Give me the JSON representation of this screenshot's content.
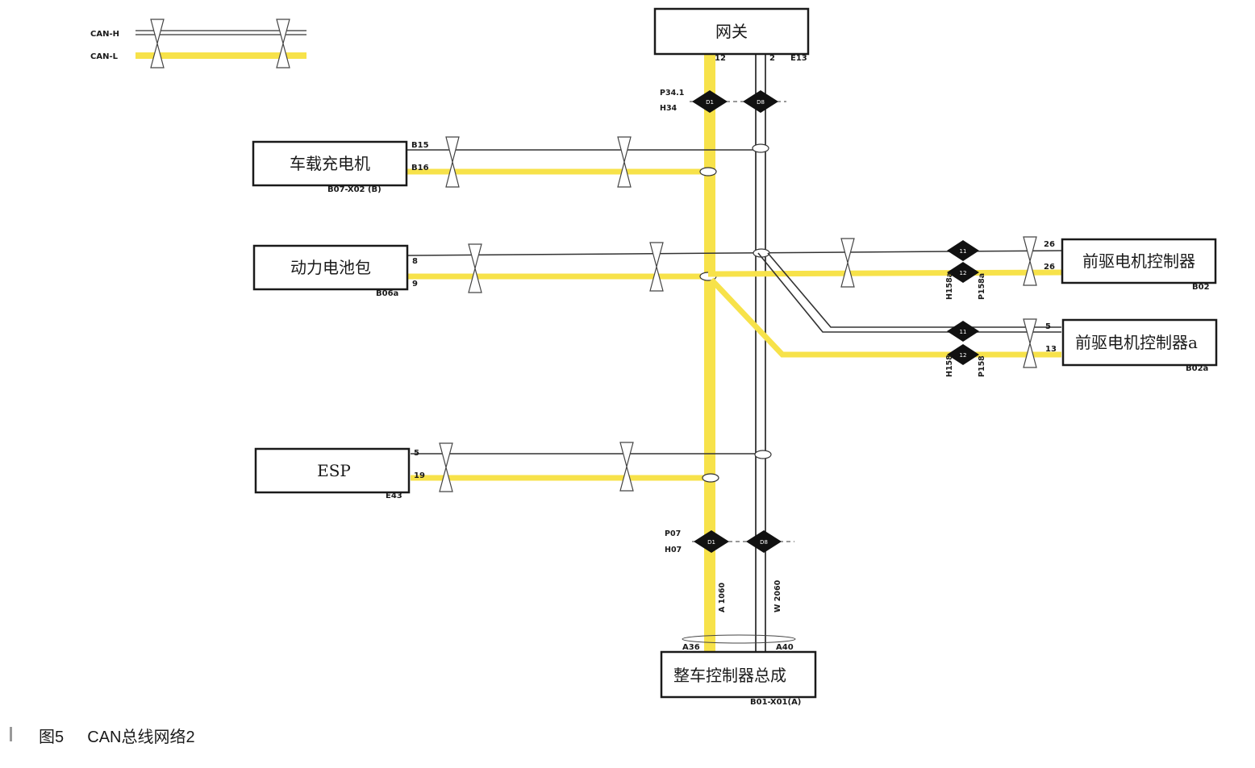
{
  "legend": {
    "can_h": "CAN-H",
    "can_l": "CAN-L"
  },
  "nodes": {
    "gateway": {
      "label": "网关",
      "code": "E13",
      "pins": [
        "12",
        "2"
      ]
    },
    "charger": {
      "label": "车载充电机",
      "code": "B07-X02 (B)",
      "pins": [
        "B15",
        "B16"
      ]
    },
    "battery": {
      "label": "动力电池包",
      "code": "B06a",
      "pins": [
        "8",
        "9"
      ]
    },
    "esp": {
      "label": "ESP",
      "code": "E43",
      "pins": [
        "5",
        "19"
      ]
    },
    "front_motor": {
      "label": "前驱电机控制器",
      "code": "B02",
      "pins": [
        "26",
        "26"
      ]
    },
    "front_motor_a": {
      "label": "前驱电机控制器a",
      "code": "B02a",
      "pins": [
        "5",
        "13"
      ]
    },
    "vcu": {
      "label": "整车控制器总成",
      "code": "B01-X01(A)",
      "pins": [
        "A36",
        "A40"
      ]
    }
  },
  "connectors": {
    "top_p": "P34.1",
    "top_h": "H34",
    "bottom_p": "P07",
    "bottom_h": "H07",
    "right_h1": "H158a",
    "right_p1": "P158a",
    "right_h2": "H158",
    "right_p2": "P158",
    "diamond_top_l": "D1",
    "diamond_top_r": "D8",
    "diamond_bot_l": "D1",
    "diamond_bot_r": "D8",
    "diamond_r1": "11",
    "diamond_r2": "12",
    "diamond_r3": "11",
    "diamond_r4": "12"
  },
  "wire_codes": {
    "left": "A 1060",
    "right": "W 2060"
  },
  "caption": {
    "figure": "图5",
    "title": "CAN总线网络2"
  },
  "colors": {
    "can_h": "#333333",
    "can_l": "#f7e24a",
    "box_border": "#1a1a1a"
  }
}
